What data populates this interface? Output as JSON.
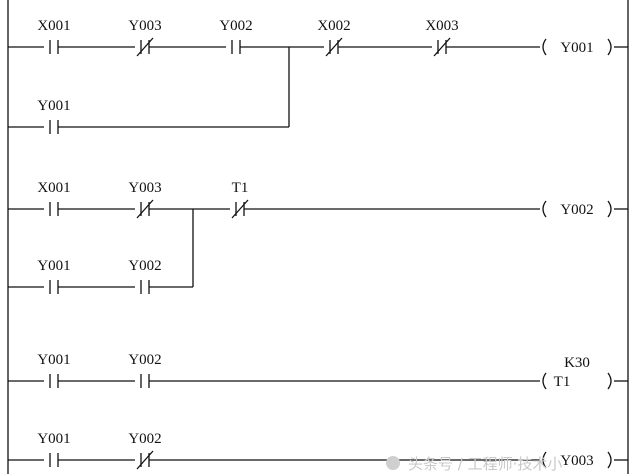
{
  "diagram": {
    "rungs": [
      {
        "contacts": [
          {
            "label": "X001",
            "type": "NO"
          },
          {
            "label": "Y003",
            "type": "NC"
          },
          {
            "label": "Y002",
            "type": "NO"
          },
          {
            "label": "X002",
            "type": "NC"
          },
          {
            "label": "X003",
            "type": "NC"
          }
        ],
        "branch": [
          {
            "label": "Y001",
            "type": "NO"
          }
        ],
        "coil": {
          "label": "Y001"
        }
      },
      {
        "contacts": [
          {
            "label": "X001",
            "type": "NO"
          },
          {
            "label": "Y003",
            "type": "NC"
          },
          {
            "label": "T1",
            "type": "NC"
          }
        ],
        "branch": [
          {
            "label": "Y001",
            "type": "NO"
          },
          {
            "label": "Y002",
            "type": "NO"
          }
        ],
        "coil": {
          "label": "Y002"
        }
      },
      {
        "contacts": [
          {
            "label": "Y001",
            "type": "NO"
          },
          {
            "label": "Y002",
            "type": "NO"
          }
        ],
        "coil": {
          "label": "T1",
          "setting": "K30"
        }
      },
      {
        "contacts": [
          {
            "label": "Y001",
            "type": "NO"
          },
          {
            "label": "Y002",
            "type": "NC"
          }
        ],
        "coil": {
          "label": "Y003"
        }
      }
    ]
  },
  "watermark": {
    "text": "头条号 / 工程师·技术小"
  }
}
